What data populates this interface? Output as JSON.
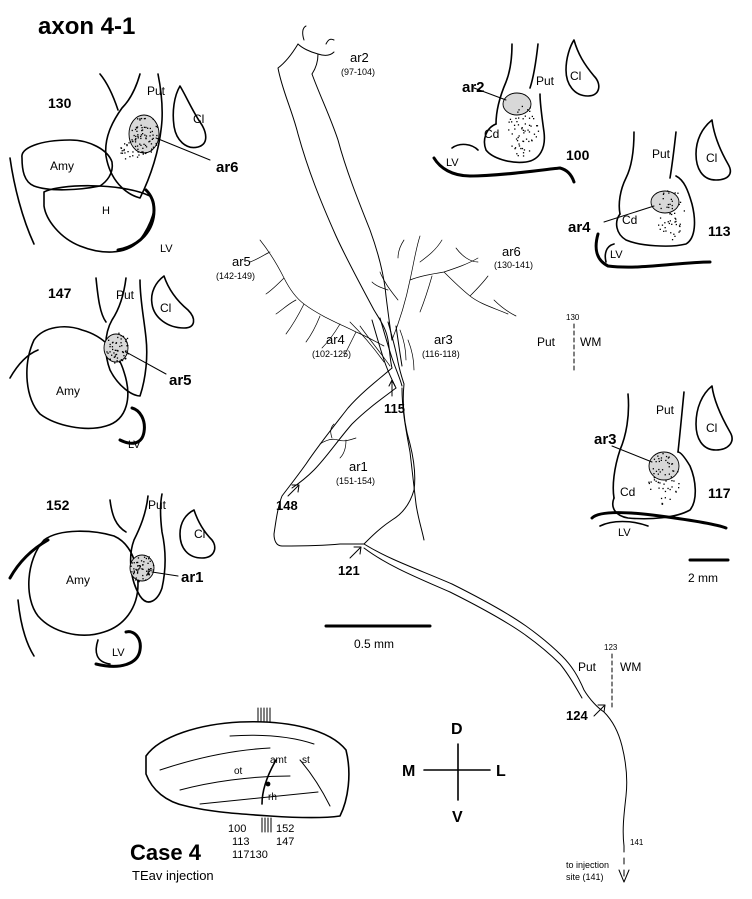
{
  "figure_title": "axon 4-1",
  "case_label": "Case 4",
  "injection_label": "TEav injection",
  "sections": {
    "s130": {
      "number": "130",
      "put": "Put",
      "cl": "Cl",
      "amy": "Amy",
      "h": "H",
      "lv": "LV",
      "arbor": "ar6"
    },
    "s147": {
      "number": "147",
      "put": "Put",
      "cl": "Cl",
      "amy": "Amy",
      "lv": "LV",
      "arbor": "ar5"
    },
    "s152": {
      "number": "152",
      "put": "Put",
      "cl": "Cl",
      "amy": "Amy",
      "lv": "LV",
      "arbor": "ar1"
    },
    "s100": {
      "number": "100",
      "put": "Put",
      "cl": "Cl",
      "cd": "Cd",
      "lv": "LV",
      "arbor": "ar2"
    },
    "s113": {
      "number": "113",
      "put": "Put",
      "cl": "Cl",
      "cd": "Cd",
      "lv": "LV",
      "arbor": "ar4"
    },
    "s117": {
      "number": "117",
      "put": "Put",
      "cl": "Cl",
      "cd": "Cd",
      "lv": "LV",
      "arbor": "ar3"
    }
  },
  "arbors": {
    "ar2": {
      "name": "ar2",
      "range": "(97-104)"
    },
    "ar5": {
      "name": "ar5",
      "range": "(142-149)"
    },
    "ar6": {
      "name": "ar6",
      "range": "(130-141)"
    },
    "ar4": {
      "name": "ar4",
      "range": "(102-125)"
    },
    "ar3": {
      "name": "ar3",
      "range": "(116-118)"
    },
    "ar1": {
      "name": "ar1",
      "range": "(151-154)"
    }
  },
  "markers": {
    "m115": "115",
    "m148": "148",
    "m121": "121",
    "m124": "124"
  },
  "boundaries": {
    "b130": {
      "number": "130",
      "left": "Put",
      "right": "WM"
    },
    "b123": {
      "number": "123",
      "left": "Put",
      "right": "WM"
    }
  },
  "scale_bars": {
    "main": "0.5 mm",
    "sections": "2 mm"
  },
  "compass": {
    "dorsal": "D",
    "ventral": "V",
    "medial": "M",
    "lateral": "L"
  },
  "brain": {
    "labels": {
      "amt": "amt",
      "st": "st",
      "ot": "ot",
      "rh": "rh"
    },
    "levels_row1": "100",
    "levels_row1b": "152",
    "levels_row2": "113",
    "levels_row2b": "147",
    "levels_row3": "117130"
  },
  "injection_note": {
    "line1": "to injection",
    "line2": "site (141)",
    "number": "141"
  }
}
